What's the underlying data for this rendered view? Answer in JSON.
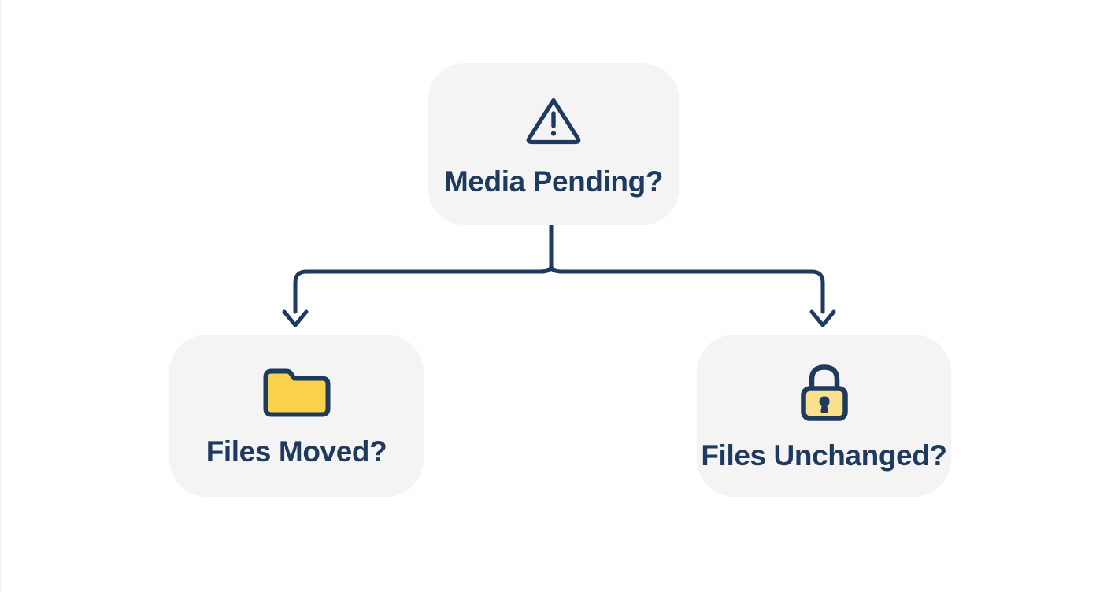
{
  "diagram": {
    "type": "flowchart",
    "orientation": "top-down",
    "background_color": "#FFFFFF",
    "node_fill_color": "#F4F4F5",
    "text_color": "#1E3A5F",
    "connector_color": "#1E3A5F",
    "accent_yellow": "#F9D14A",
    "accent_yellow_light": "#F8E08C",
    "nodes": [
      {
        "id": "root",
        "label": "Media Pending?",
        "icon": "warning-triangle-icon",
        "level": "root"
      },
      {
        "id": "moved",
        "label": "Files Moved?",
        "icon": "folder-icon",
        "level": "child"
      },
      {
        "id": "unchanged",
        "label": "Files Unchanged?",
        "icon": "lock-icon",
        "level": "child"
      }
    ],
    "edges": [
      {
        "from": "root",
        "to": "moved",
        "style": "elbow",
        "arrowhead": "chevron-down"
      },
      {
        "from": "root",
        "to": "unchanged",
        "style": "elbow",
        "arrowhead": "chevron-down"
      }
    ]
  }
}
